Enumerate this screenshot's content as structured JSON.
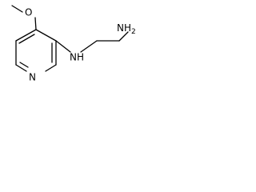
{
  "molecule": {
    "atoms": {
      "oxygen": "O",
      "ring_nitrogen": "N",
      "amine_nitrogen": "N",
      "amine_hydrogen": "H",
      "terminal_amine": "NH2"
    },
    "terminal_amine_parts": {
      "nh": "NH",
      "subscript": "2"
    }
  }
}
